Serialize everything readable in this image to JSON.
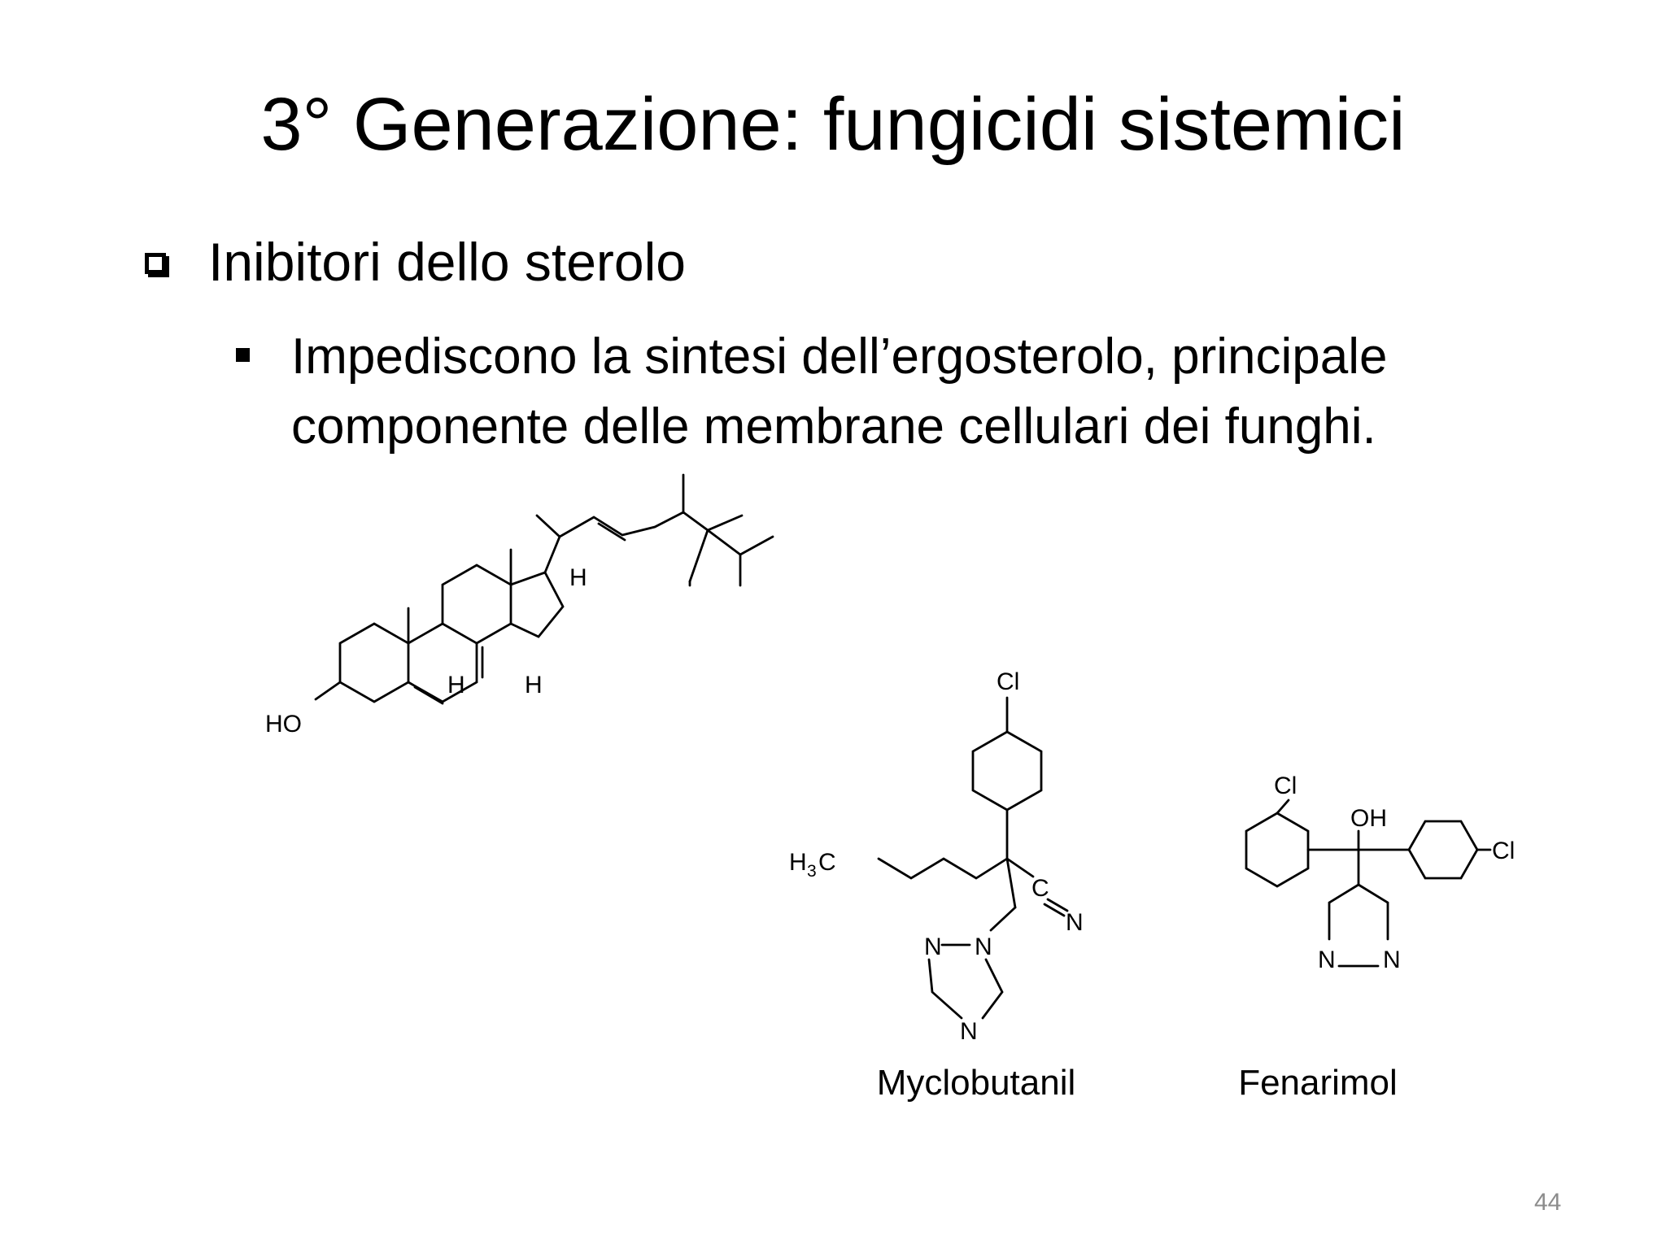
{
  "slide": {
    "title": "3° Generazione: fungicidi sistemici",
    "bullet": "Inibitori dello sterolo",
    "sub_bullet": "Impediscono la sintesi dell’ergosterolo, principale componente delle membrane cellulari dei funghi.",
    "page_number": "44"
  },
  "molecules": {
    "ergosterol": {
      "labels": {
        "ho": "HO",
        "h1": "H",
        "h2": "H",
        "h3": "H"
      }
    },
    "myclobutanil": {
      "name": "Myclobutanil",
      "labels": {
        "cl": "Cl",
        "h3c_h": "H",
        "h3c_3": "3",
        "h3c_c": "C",
        "c": "C",
        "n_nitrile": "N",
        "n1": "N",
        "n2": "N",
        "n3": "N"
      }
    },
    "fenarimol": {
      "name": "Fenarimol",
      "labels": {
        "cl1": "Cl",
        "oh": "OH",
        "cl2": "Cl",
        "n1": "N",
        "n2": "N"
      }
    }
  }
}
